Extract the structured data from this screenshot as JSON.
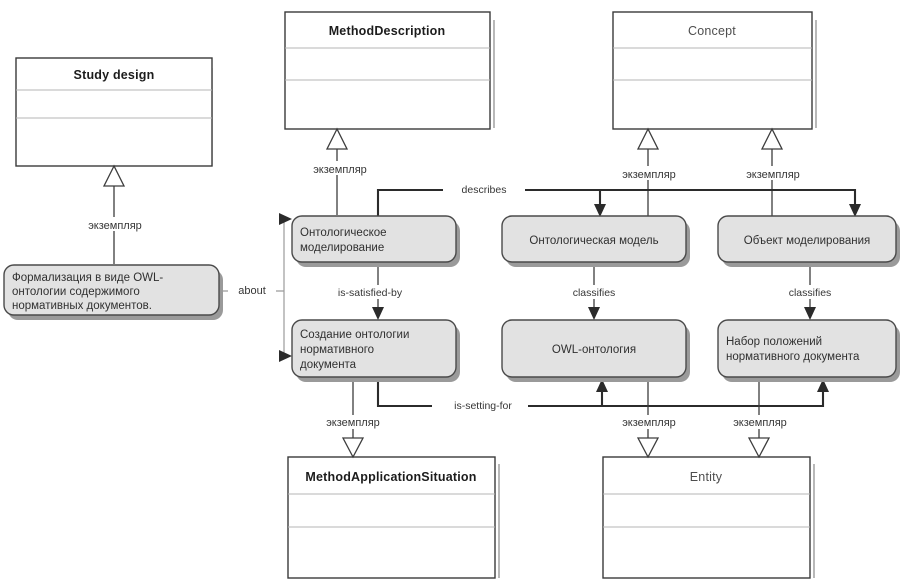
{
  "diagram": {
    "title": "Ontological modeling method diagram",
    "colors": {
      "class_box_fill": "#ffffff",
      "class_box_stroke": "#3a3a3a",
      "rounded_fill": "#e2e2e2",
      "rounded_stroke": "#4a4a4a",
      "connector": "#3d3d3d",
      "connector_light": "#9b9b9b",
      "title_bold": "#1c1c1c",
      "title_grey": "#4e4e4e"
    }
  },
  "class_boxes": [
    {
      "id": "study-design",
      "title": "Study design",
      "style": "bold"
    },
    {
      "id": "method-description",
      "title": "MethodDescription",
      "style": "bold"
    },
    {
      "id": "concept",
      "title": "Concept",
      "style": "grey"
    },
    {
      "id": "method-application-situation",
      "title": "MethodApplicationSituation",
      "style": "bold"
    },
    {
      "id": "entity",
      "title": "Entity",
      "style": "grey"
    }
  ],
  "instance_boxes": [
    {
      "id": "formalizaciya",
      "lines": [
        "Формализация в виде OWL-",
        "онтологии содержимого",
        "нормативных документов."
      ]
    },
    {
      "id": "ontologicheskoe-modelirovanie",
      "lines": [
        "Онтологическое",
        "моделирование"
      ]
    },
    {
      "id": "ontologicheskaya-model",
      "lines": [
        "Онтологическая модель"
      ]
    },
    {
      "id": "obekt-modelirovaniya",
      "lines": [
        "Объект моделирования"
      ]
    },
    {
      "id": "sozdanie-ontologii",
      "lines": [
        "Создание онтологии",
        "нормативного",
        "документа"
      ]
    },
    {
      "id": "owl-ontologiya",
      "lines": [
        "OWL-онтология"
      ]
    },
    {
      "id": "nabor-polozhenij",
      "lines": [
        "Набор положений",
        "нормативного документа"
      ]
    }
  ],
  "edge_labels": {
    "instance_1": "экземпляр",
    "instance_2": "экземпляр",
    "instance_3": "экземпляр",
    "instance_4": "экземпляр",
    "instance_5": "экземпляр",
    "instance_6": "экземпляр",
    "instance_7": "экземпляр",
    "about": "about",
    "describes": "describes",
    "is_satisfied_by": "is-satisfied-by",
    "classifies_1": "classifies",
    "classifies_2": "classifies",
    "is_setting_for": "is-setting-for"
  }
}
